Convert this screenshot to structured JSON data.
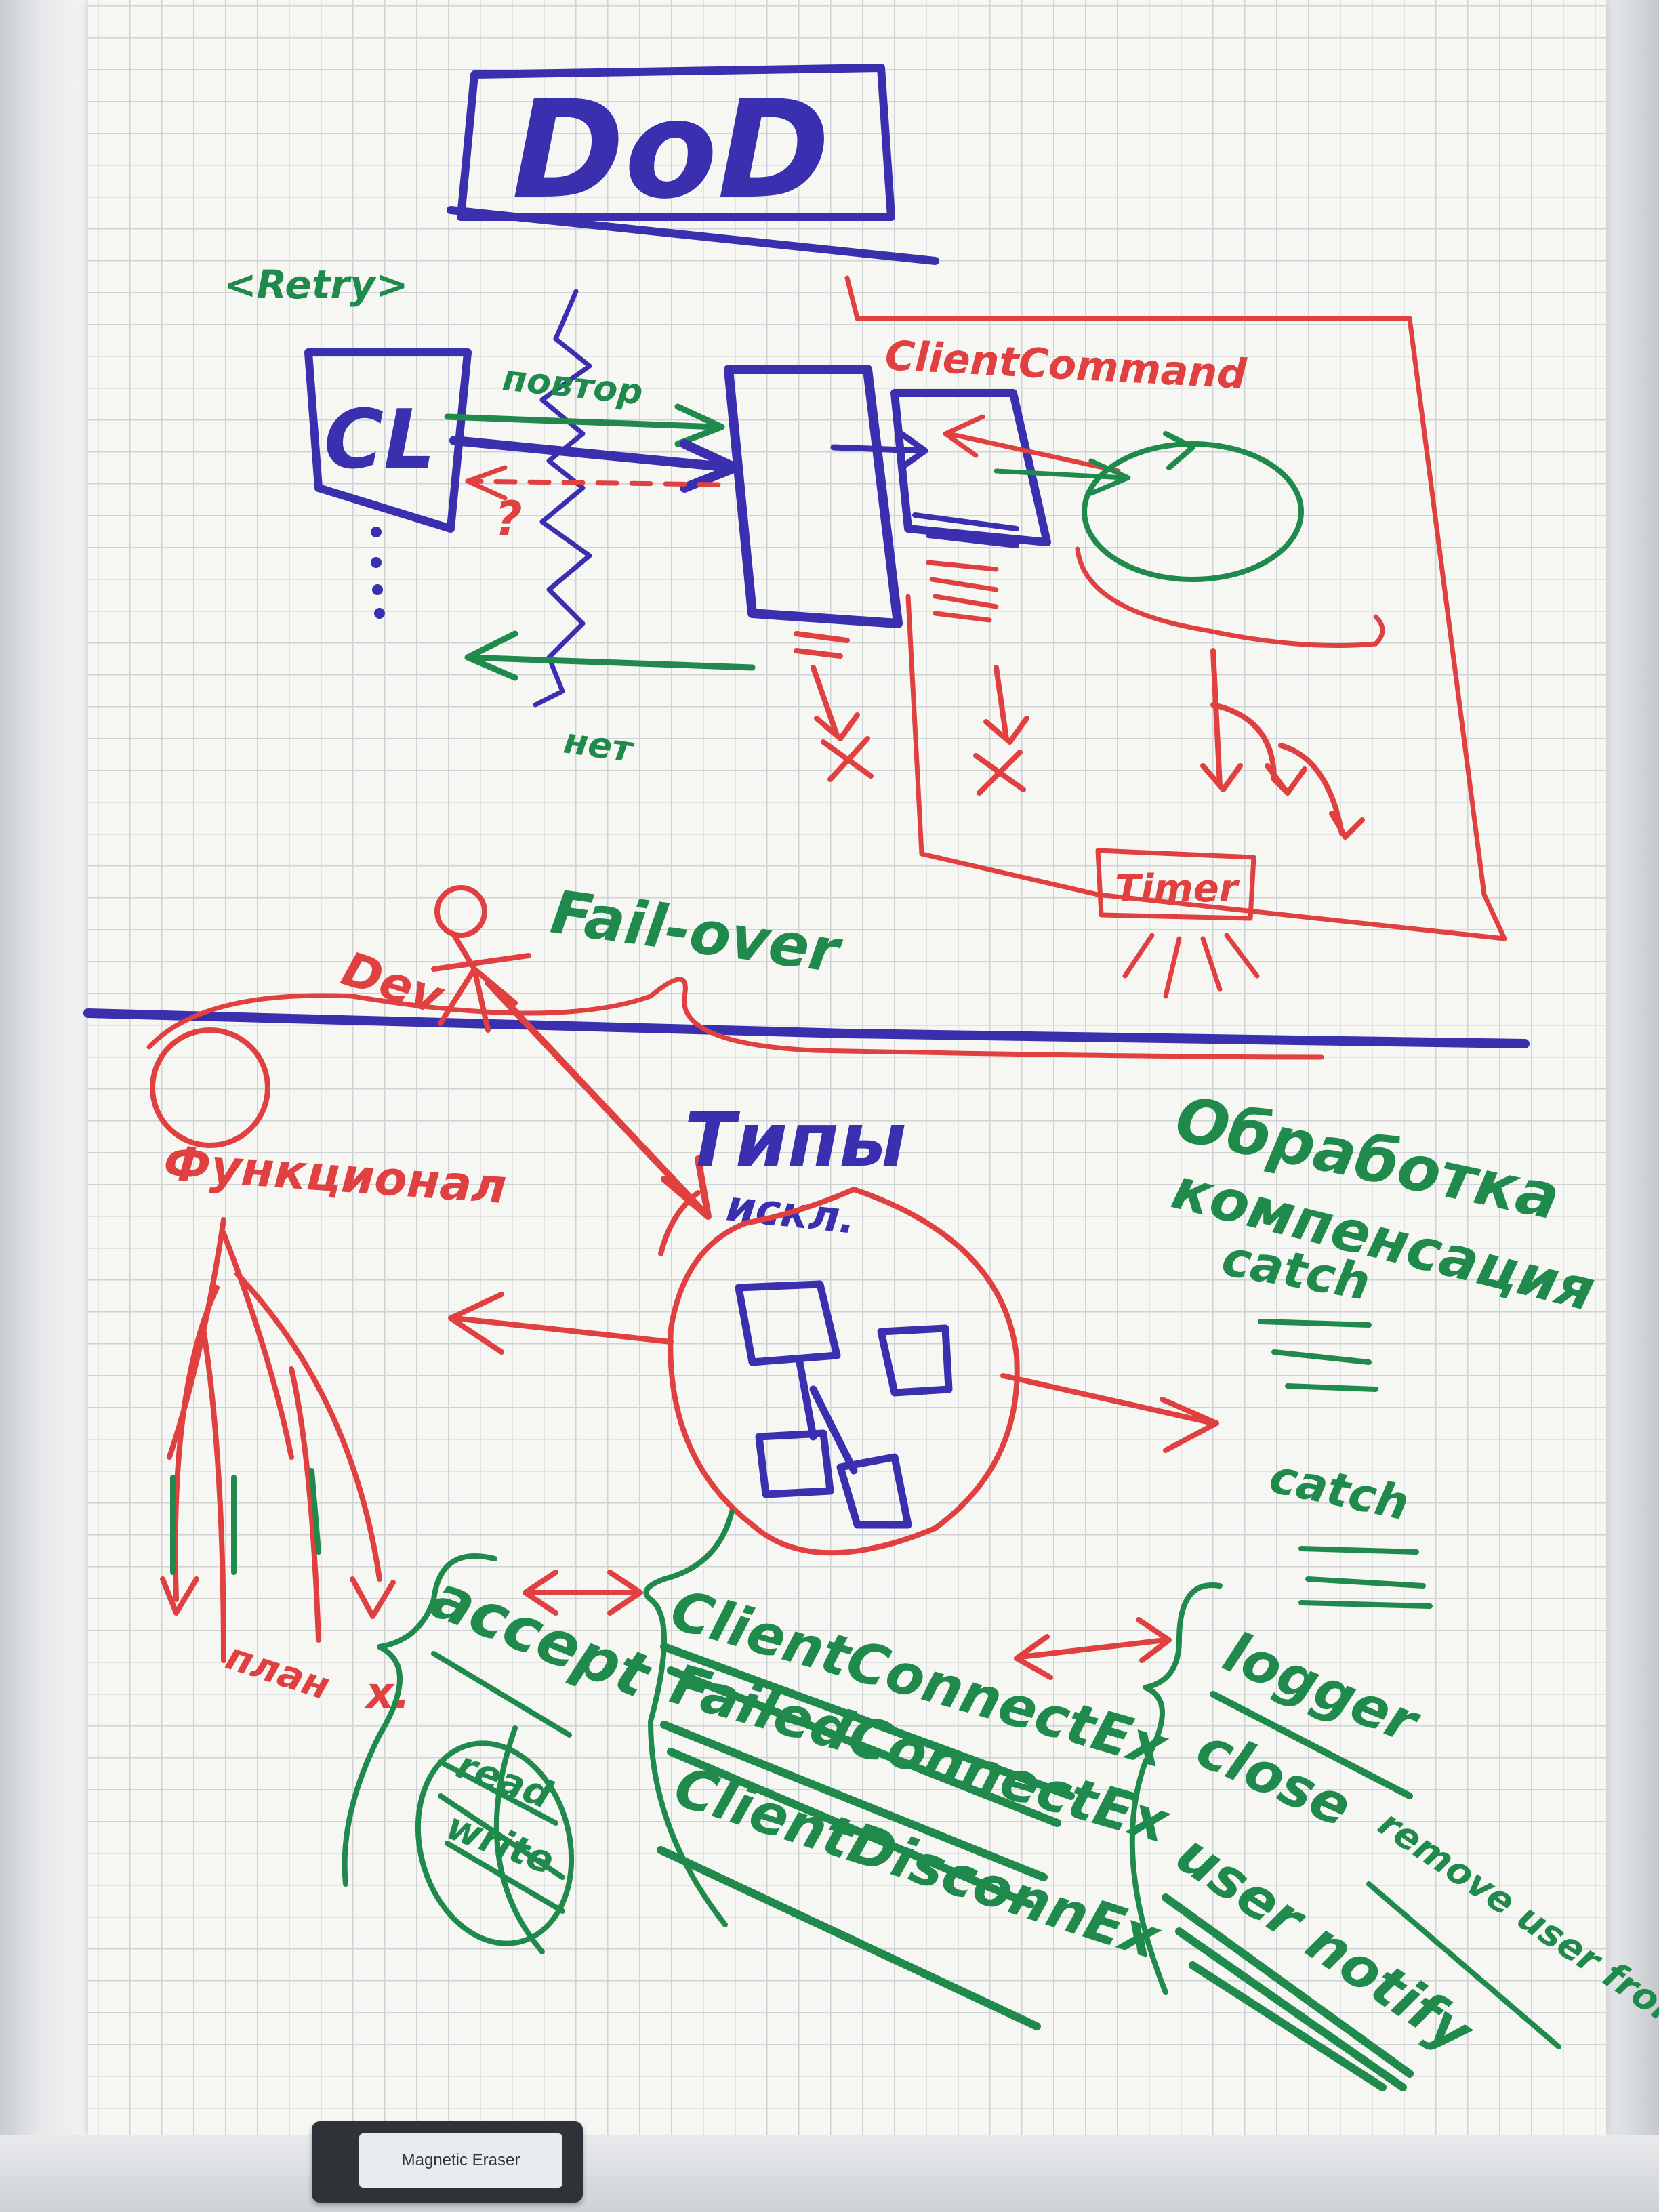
{
  "board": {
    "title": "DoD",
    "retry_label": "<Retry>",
    "client_box": "CL",
    "top_arrow_label": "повтор",
    "bottom_arrow_label": "нет",
    "question": "?",
    "client_command_label": "ClientCommand",
    "timer_label": "Timer",
    "failover_label": "Fail-over",
    "actor_label": "Dev",
    "types_label": "Типы",
    "types_sub_label": "искл.",
    "functional_label": "Функционал",
    "processing_label": "Обработка",
    "compensation_label": "компенсация",
    "catch_label_1": "catch",
    "catch_label_2": "catch",
    "left_leg_label": "план",
    "left_x_label": "x.",
    "accept_label": "accept",
    "read_label": "read",
    "write_label": "write",
    "exceptions": [
      "ClientConnectEx",
      "FailedConnectEx",
      "ClientDisconnEx"
    ],
    "actions": [
      "logger",
      "close",
      "user notify"
    ],
    "remove_label": "remove user from call"
  },
  "colors": {
    "blue": "#3a2fae",
    "red": "#e0403f",
    "green": "#1f8a4c",
    "grid": "#cfd3d6"
  },
  "eraser": {
    "brand": "Magnetic Eraser"
  }
}
